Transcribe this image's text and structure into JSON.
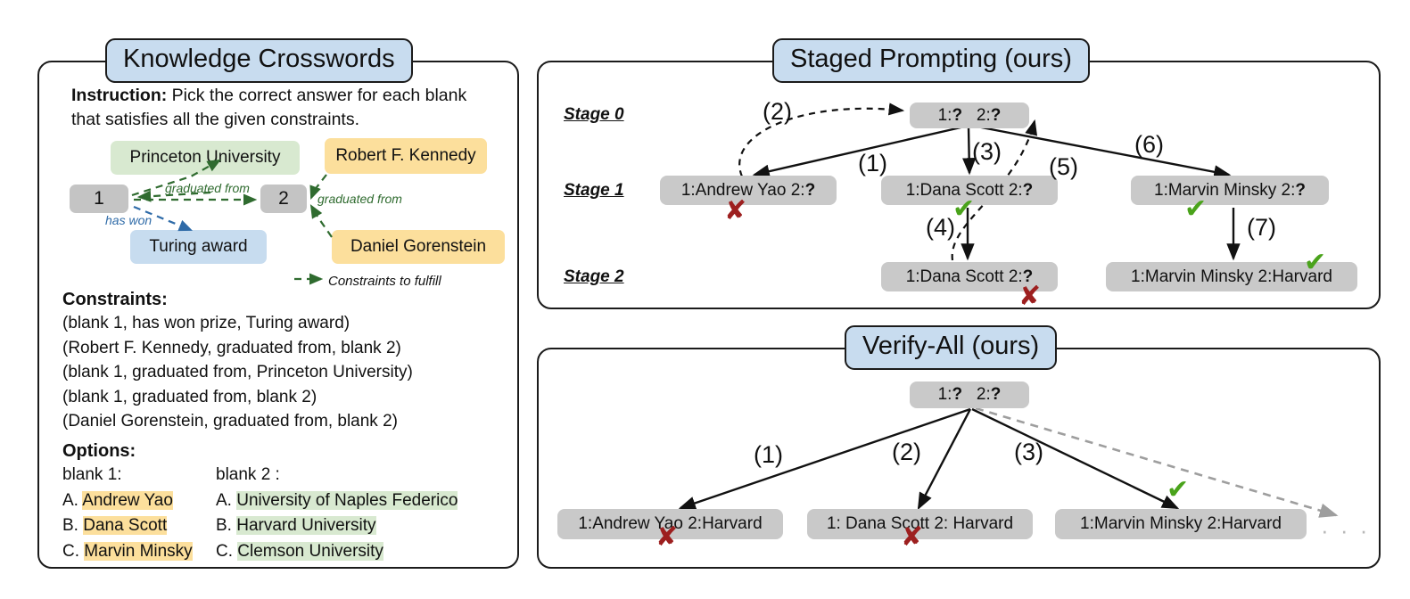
{
  "panels": {
    "left": {
      "title": "Knowledge Crosswords"
    },
    "staged": {
      "title": "Staged Prompting (ours)"
    },
    "verify": {
      "title": "Verify-All (ours)"
    }
  },
  "left_panel": {
    "instruction_label": "Instruction:",
    "instruction_text": " Pick the correct answer for each blank that satisfies all the given constraints.",
    "graph": {
      "entities": {
        "princeton": "Princeton University",
        "kennedy": "Robert F. Kennedy",
        "blank1": "1",
        "blank2": "2",
        "turing": "Turing award",
        "gorenstein": "Daniel Gorenstein"
      },
      "edge_labels": {
        "graduated_from_1": "graduated from",
        "graduated_from_2": "graduated from",
        "has_won": "has won"
      },
      "legend": "Constraints to fulfill"
    },
    "constraints_heading": "Constraints:",
    "constraints": [
      "(blank 1, has won prize, Turing award)",
      "(Robert F. Kennedy, graduated from, blank 2)",
      "(blank 1, graduated from, Princeton University)",
      "(blank 1, graduated from, blank 2)",
      "(Daniel Gorenstein, graduated from, blank 2)"
    ],
    "options_heading": "Options:",
    "options": {
      "blank1": {
        "header": "blank 1:",
        "items": [
          {
            "letter": "A.",
            "text": "Andrew Yao"
          },
          {
            "letter": "B.",
            "text": "Dana Scott"
          },
          {
            "letter": "C.",
            "text": "Marvin Minsky"
          }
        ]
      },
      "blank2": {
        "header": "blank 2 :",
        "items": [
          {
            "letter": "A.",
            "text": "University of Naples Federico"
          },
          {
            "letter": "B.",
            "text": "Harvard University"
          },
          {
            "letter": "C.",
            "text": "Clemson University"
          }
        ]
      }
    }
  },
  "staged_panel": {
    "stages": [
      {
        "label": "Stage 0"
      },
      {
        "label": "Stage 1"
      },
      {
        "label": "Stage 2"
      }
    ],
    "nodes": {
      "root": {
        "blank1": "1:",
        "q1": "?",
        "blank2": "2:",
        "q2": "?"
      },
      "s1_andrew": {
        "prefix": "1:Andrew Yao 2:",
        "q": "?",
        "status": "x"
      },
      "s1_dana": {
        "prefix": "1:Dana Scott 2:",
        "q": "?",
        "status": "check"
      },
      "s1_marvin": {
        "prefix": "1:Marvin Minsky 2:",
        "q": "?",
        "status": "check"
      },
      "s2_dana": {
        "prefix": "1:Dana Scott 2:",
        "q": "?",
        "status": "x"
      },
      "s2_marvin": {
        "prefix": "1:Marvin Minsky 2:Harvard",
        "q": "",
        "status": "check"
      }
    },
    "edge_numbers": [
      "(1)",
      "(2)",
      "(3)",
      "(4)",
      "(5)",
      "(6)",
      "(7)"
    ],
    "marks": {
      "x": "✘",
      "check": "✔"
    }
  },
  "verify_panel": {
    "nodes": {
      "root": {
        "blank1": "1:",
        "q1": "?",
        "blank2": "2:",
        "q2": "?"
      },
      "andrew": {
        "text": "1:Andrew Yao 2:Harvard",
        "status": "x"
      },
      "dana": {
        "text": "1: Dana Scott 2: Harvard",
        "status": "x"
      },
      "marvin": {
        "text": "1:Marvin Minsky 2:Harvard",
        "status": "check"
      }
    },
    "edge_numbers": [
      "(1)",
      "(2)",
      "(3)"
    ],
    "ellipsis": "· · ·",
    "marks": {
      "x": "✘",
      "check": "✔"
    }
  },
  "colors": {
    "title_badge": "#c8dcef",
    "node_gray": "#c9c9c9",
    "green_highlight": "#d8e9d0",
    "yellow_highlight": "#fcdf9c",
    "blue_highlight": "#c7dcef",
    "constraint_green": "#2f6b2f",
    "relation_blue": "#2f6ba8",
    "check_green": "#4aa31b",
    "x_red": "#9d1f1f"
  }
}
